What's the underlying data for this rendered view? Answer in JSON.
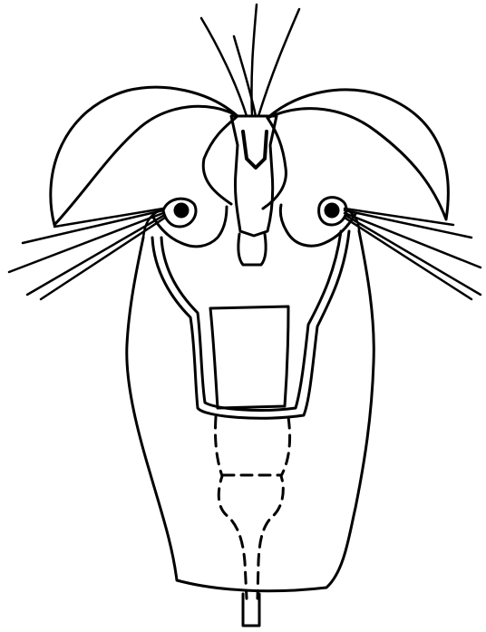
{
  "figure": {
    "description_free": true,
    "colors": {
      "ink": "#000000",
      "paper": "#ffffff"
    },
    "parts": [
      "body-outline",
      "left-horn",
      "right-horn",
      "left-eye",
      "right-eye",
      "left-setae-bundle",
      "right-setae-bundle",
      "central-beak",
      "apical-setae",
      "mouth-tube",
      "inner-chamber",
      "dashed-gut",
      "terminal-stalk"
    ]
  }
}
